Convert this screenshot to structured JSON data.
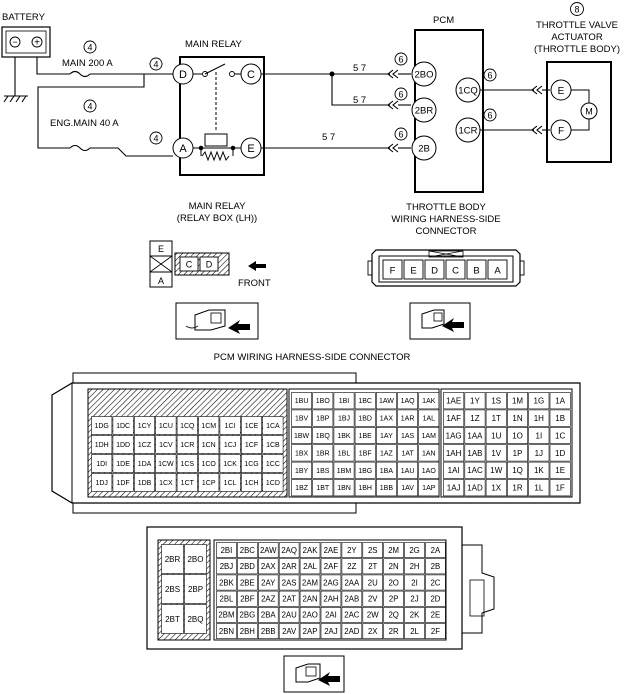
{
  "battery": {
    "label": "BATTERY",
    "minus": "−",
    "plus": "+"
  },
  "fuses": [
    {
      "callout": "4",
      "label": "MAIN 200 A"
    },
    {
      "callout": "4",
      "label": "ENG.MAIN 40 A"
    }
  ],
  "wire_callouts": {
    "main_relay_d": "4",
    "main_relay_a": "4",
    "to_2bo": "5 7",
    "to_2br": "5 7",
    "to_2b": "5 7",
    "pcm_2bo": "6",
    "pcm_2br": "6",
    "pcm_2b": "6",
    "pcm_1cq": "6",
    "pcm_1cr": "6"
  },
  "main_relay": {
    "title": "MAIN RELAY",
    "terminals": [
      "D",
      "C",
      "A",
      "E"
    ]
  },
  "pcm": {
    "title": "PCM",
    "left_pins": [
      "2BO",
      "2BR",
      "2B"
    ],
    "right_pins": [
      "1CQ",
      "1CR"
    ]
  },
  "throttle": {
    "callout": "8",
    "title_lines": [
      "THROTTLE VALVE",
      "ACTUATOR",
      "(THROTTLE BODY)"
    ],
    "terminals": [
      "E",
      "F"
    ],
    "motor": "M"
  },
  "relay_connector": {
    "caption_lines": [
      "MAIN RELAY",
      "(RELAY BOX (LH))"
    ],
    "e": "E",
    "a": "A",
    "c": "C",
    "d": "D",
    "front": "FRONT"
  },
  "throttle_connector": {
    "caption_lines": [
      "THROTTLE BODY",
      "WIRING HARNESS-SIDE",
      "CONNECTOR"
    ],
    "pins": [
      "F",
      "E",
      "D",
      "C",
      "B",
      "A"
    ]
  },
  "pcm_connector": {
    "caption": "PCM WIRING HARNESS-SIDE CONNECTOR",
    "block1": [
      [
        "1DG",
        "1DC",
        "1CY",
        "1CU",
        "1CQ",
        "1CM",
        "1CI",
        "1CE",
        "1CA"
      ],
      [
        "1DH",
        "1DD",
        "1CZ",
        "1CV",
        "1CR",
        "1CN",
        "1CJ",
        "1CF",
        "1CB"
      ],
      [
        "1DI",
        "1DE",
        "1DA",
        "1CW",
        "1CS",
        "1CO",
        "1CK",
        "1CG",
        "1CC"
      ],
      [
        "1DJ",
        "1DF",
        "1DB",
        "1CX",
        "1CT",
        "1CP",
        "1CL",
        "1CH",
        "1CD"
      ]
    ],
    "block2": [
      [
        "1BU",
        "1BO",
        "1BI",
        "1BC",
        "1AW",
        "1AQ",
        "1AK"
      ],
      [
        "1BV",
        "1BP",
        "1BJ",
        "1BD",
        "1AX",
        "1AR",
        "1AL"
      ],
      [
        "1BW",
        "1BQ",
        "1BK",
        "1BE",
        "1AY",
        "1AS",
        "1AM"
      ],
      [
        "1BX",
        "1BR",
        "1BL",
        "1BF",
        "1AZ",
        "1AT",
        "1AN"
      ],
      [
        "1BY",
        "1BS",
        "1BM",
        "1BG",
        "1BA",
        "1AU",
        "1AO"
      ],
      [
        "1BZ",
        "1BT",
        "1BN",
        "1BH",
        "1BB",
        "1AV",
        "1AP"
      ]
    ],
    "block3": [
      [
        "1AE",
        "1Y",
        "1S",
        "1M",
        "1G",
        "1A"
      ],
      [
        "1AF",
        "1Z",
        "1T",
        "1N",
        "1H",
        "1B"
      ],
      [
        "1AG",
        "1AA",
        "1U",
        "1O",
        "1I",
        "1C"
      ],
      [
        "1AH",
        "1AB",
        "1V",
        "1P",
        "1J",
        "1D"
      ],
      [
        "1AI",
        "1AC",
        "1W",
        "1Q",
        "1K",
        "1E"
      ],
      [
        "1AJ",
        "1AD",
        "1X",
        "1R",
        "1L",
        "1F"
      ]
    ],
    "block4": [
      [
        "2BR",
        "2BO"
      ],
      [
        "2BS",
        "2BP"
      ],
      [
        "2BT",
        "2BQ"
      ]
    ],
    "block5": [
      [
        "2BI",
        "2BC",
        "2AW",
        "2AQ",
        "2AK",
        "2AE",
        "2Y",
        "2S",
        "2M",
        "2G",
        "2A"
      ],
      [
        "2BJ",
        "2BD",
        "2AX",
        "2AR",
        "2AL",
        "2AF",
        "2Z",
        "2T",
        "2N",
        "2H",
        "2B"
      ],
      [
        "2BK",
        "2BE",
        "2AY",
        "2AS",
        "2AM",
        "2AG",
        "2AA",
        "2U",
        "2O",
        "2I",
        "2C"
      ],
      [
        "2BL",
        "2BF",
        "2AZ",
        "2AT",
        "2AN",
        "2AH",
        "2AB",
        "2V",
        "2P",
        "2J",
        "2D"
      ],
      [
        "2BM",
        "2BG",
        "2BA",
        "2AU",
        "2AO",
        "2AI",
        "2AC",
        "2W",
        "2Q",
        "2K",
        "2E"
      ],
      [
        "2BN",
        "2BH",
        "2BB",
        "2AV",
        "2AP",
        "2AJ",
        "2AD",
        "2X",
        "2R",
        "2L",
        "2F"
      ]
    ]
  }
}
